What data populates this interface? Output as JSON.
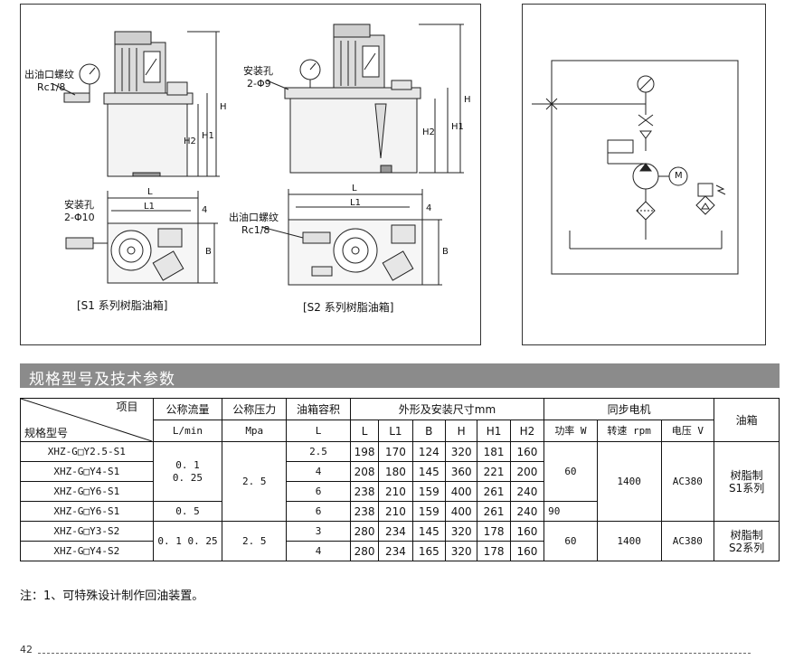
{
  "drawings": {
    "s1_front": {
      "outlet_label": "出油口螺纹",
      "outlet_thread": "Rc1/8",
      "dim_h": "H",
      "dim_h1": "H1",
      "dim_h2": "H2"
    },
    "s2_front": {
      "mount_label": "安装孔",
      "mount_spec": "2-Φ9",
      "dim_h": "H",
      "dim_h1": "H1",
      "dim_h2": "H2"
    },
    "s1_top": {
      "mount_label": "安装孔",
      "mount_spec": "2-Φ10",
      "dim_l": "L",
      "dim_l1": "L1",
      "dim_4": "4",
      "dim_b": "B"
    },
    "s2_top": {
      "outlet_label": "出油口螺纹",
      "outlet_thread": "Rc1/8",
      "dim_l": "L",
      "dim_l1": "L1",
      "dim_4": "4",
      "dim_b": "B"
    },
    "s1_caption": "[S1 系列树脂油箱]",
    "s2_caption": "[S2 系列树脂油箱]",
    "schematic_motor": "M"
  },
  "section_title": "规格型号及技术参数",
  "table": {
    "h_item": "项目",
    "h_model": "规格型号",
    "h_flow": "公称流量",
    "h_flow_unit": "L/min",
    "h_pressure": "公称压力",
    "h_pressure_unit": "Mpa",
    "h_capacity": "油箱容积",
    "h_capacity_unit": "L",
    "h_dims": "外形及安装尺寸mm",
    "h_motor": "同步电机",
    "h_tank": "油箱",
    "dims": [
      "L",
      "L1",
      "B",
      "H",
      "H1",
      "H2"
    ],
    "h_power": "功率 W",
    "h_speed": "转速 rpm",
    "h_voltage": "电压 V",
    "rows": [
      {
        "model": "XHZ-G□Y2.5-S1",
        "capacity": "2.5",
        "dims": [
          "198",
          "170",
          "124",
          "320",
          "181",
          "160"
        ]
      },
      {
        "model": "XHZ-G□Y4-S1",
        "capacity": "4",
        "dims": [
          "208",
          "180",
          "145",
          "360",
          "221",
          "200"
        ]
      },
      {
        "model": "XHZ-G□Y6-S1",
        "capacity": "6",
        "dims": [
          "238",
          "210",
          "159",
          "400",
          "261",
          "240"
        ]
      },
      {
        "model": "XHZ-G□Y6-S1",
        "capacity": "6",
        "dims": [
          "238",
          "210",
          "159",
          "400",
          "261",
          "240"
        ]
      },
      {
        "model": "XHZ-G□Y3-S2",
        "capacity": "3",
        "dims": [
          "280",
          "234",
          "145",
          "320",
          "178",
          "160"
        ]
      },
      {
        "model": "XHZ-G□Y4-S2",
        "capacity": "4",
        "dims": [
          "280",
          "234",
          "165",
          "320",
          "178",
          "160"
        ]
      }
    ],
    "flow_group1_a": "0. 1",
    "flow_group1_b": "0. 25",
    "flow_row4": "0. 5",
    "flow_group2": "0. 1   0. 25",
    "pressure_group1": "2. 5",
    "pressure_group2": "2. 5",
    "power_group1": "60",
    "power_row4": "90",
    "power_group2": "60",
    "speed_group1": "1400",
    "speed_group2": "1400",
    "voltage_group1": "AC380",
    "voltage_group2": "AC380",
    "tank_group1_a": "树脂制",
    "tank_group1_b": "S1系列",
    "tank_group2_a": "树脂制",
    "tank_group2_b": "S2系列"
  },
  "note": "注：1、可特殊设计制作回油装置。",
  "page_number": "42"
}
